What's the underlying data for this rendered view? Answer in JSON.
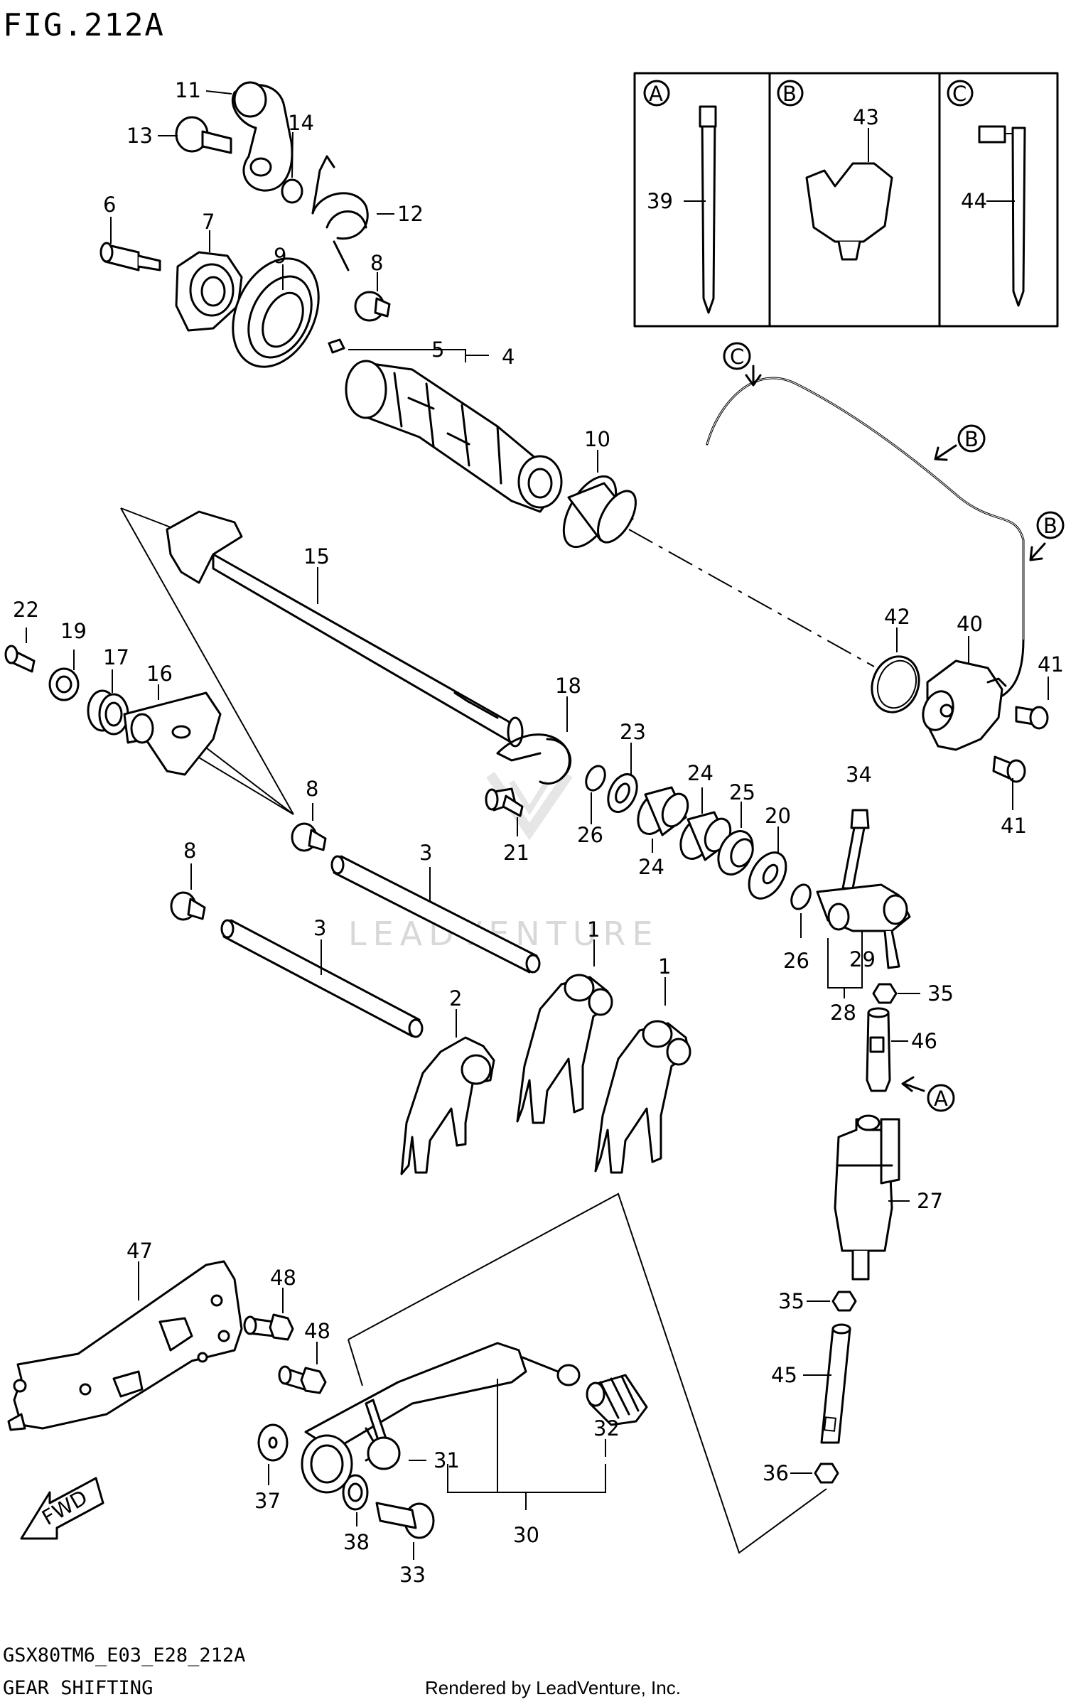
{
  "figure": {
    "title": "FIG.212A",
    "model_code": "GSX80TM6_E03_E28_212A",
    "caption": "GEAR SHIFTING",
    "credit": "Rendered by LeadVenture, Inc.",
    "watermark": "LEADVENTURE"
  },
  "inset_panels": [
    {
      "letter": "A",
      "part": "39"
    },
    {
      "letter": "B",
      "part": "43"
    },
    {
      "letter": "C",
      "part": "44"
    }
  ],
  "view_refs": [
    "C",
    "B",
    "B",
    "A"
  ],
  "fwd_label": "FWD",
  "callouts": [
    "11",
    "13",
    "14",
    "12",
    "6",
    "7",
    "9",
    "8",
    "5",
    "4",
    "10",
    "15",
    "22",
    "19",
    "17",
    "16",
    "18",
    "23",
    "24",
    "24",
    "25",
    "20",
    "26",
    "21",
    "8",
    "8",
    "3",
    "3",
    "1",
    "1",
    "2",
    "42",
    "40",
    "41",
    "41",
    "34",
    "26",
    "29",
    "28",
    "35",
    "46",
    "27",
    "35",
    "45",
    "36",
    "47",
    "48",
    "48",
    "37",
    "38",
    "33",
    "31",
    "32",
    "30"
  ]
}
